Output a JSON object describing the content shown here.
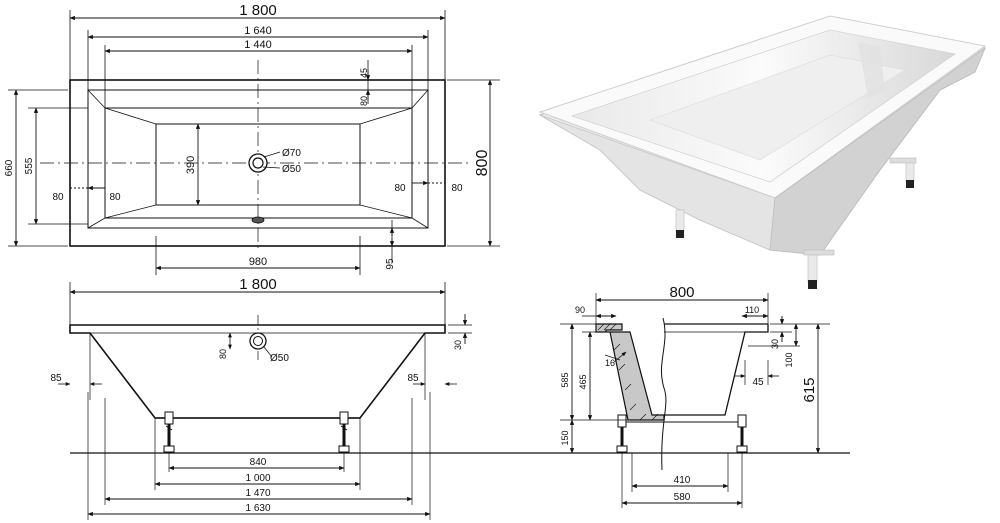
{
  "top_view": {
    "overall_length": "1 800",
    "rim_inner_length": "1 640",
    "floor_length": "1 440",
    "rim_width_top": "45",
    "rim_step_top": "80",
    "outer_width": "660",
    "inner_width": "555",
    "floor_width": "390",
    "overflow_diameter": "Ø70",
    "drain_diameter": "Ø50",
    "left_offset_outer": "80",
    "left_offset_inner": "80",
    "right_offset_inner": "80",
    "right_offset_outer": "80",
    "height_total": "800",
    "floor_bottom_length": "980",
    "rim_offset_bottom": "95"
  },
  "side_view": {
    "overall_length": "1 800",
    "drain_height": "80",
    "drain_diameter": "Ø50",
    "rim_thickness": "30",
    "left_wall_offset": "85",
    "right_wall_offset": "85",
    "legs_distance": "840",
    "frame_inner": "1 000",
    "frame_mid": "1 470",
    "frame_outer": "1 630"
  },
  "section_view": {
    "width": "800",
    "rim_left": "90",
    "rim_right": "110",
    "wall_thickness": "16",
    "depth_inner": "465",
    "depth_outer": "585",
    "leg_height": "150",
    "rim_thickness": "30",
    "rim_drop": "100",
    "wall_offset": "45",
    "total_height": "615",
    "frame_inner": "410",
    "frame_outer": "580"
  }
}
